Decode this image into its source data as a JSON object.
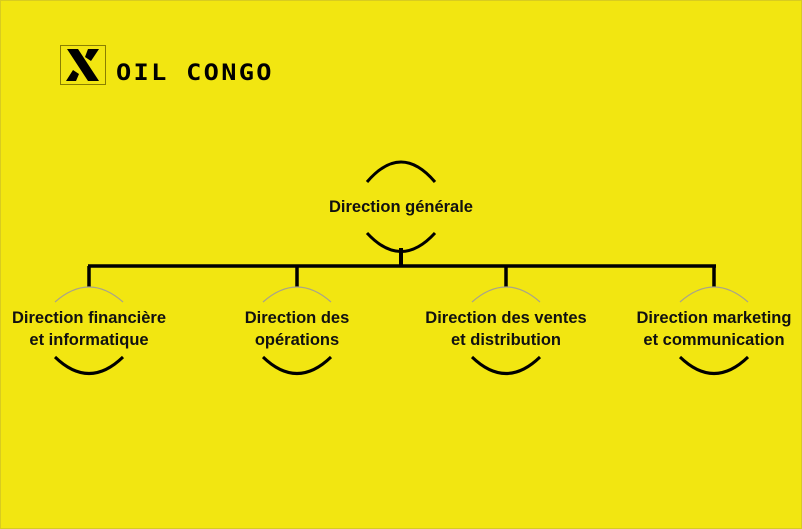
{
  "logo": {
    "text": "OIL CONGO",
    "mark": "X"
  },
  "colors": {
    "background": "#f2e611",
    "line": "#000000",
    "top_arc_child": "#a9a48a"
  },
  "root": {
    "label": "Direction générale"
  },
  "children": [
    {
      "line1": "Direction financière",
      "line2": "et informatique"
    },
    {
      "line1": "Direction des",
      "line2": "opérations"
    },
    {
      "line1": "Direction des ventes",
      "line2": "et distribution"
    },
    {
      "line1": "Direction marketing",
      "line2": "et communication"
    }
  ]
}
